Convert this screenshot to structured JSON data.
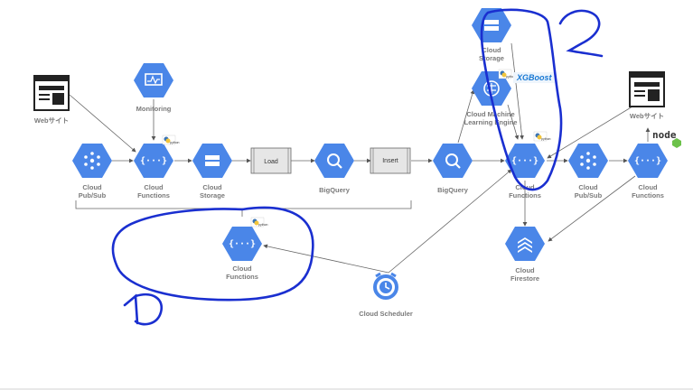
{
  "nodes": {
    "web1": "Webサイト",
    "monitoring": "Monitoring",
    "pubsub1": "Cloud\nPub/Sub",
    "functions1": "Cloud\nFunctions",
    "storage1": "Cloud\nStorage",
    "load_box": "Load",
    "bigquery1": "BigQuery",
    "insert_box": "Insert",
    "bigquery2": "BigQuery",
    "functions_bottom": "Cloud\nFunctions",
    "scheduler": "Cloud Scheduler",
    "storage2": "Cloud\nStorage",
    "ml_engine": "Cloud Machine\nLearning Engine",
    "xgboost": "XGBoost",
    "functions2": "Cloud\nFunctions",
    "pubsub2": "Cloud\nPub/Sub",
    "functions3": "Cloud\nFunctions",
    "web2": "Webサイト",
    "firestore": "Cloud\nFirestore",
    "python_badge": "python",
    "node_badge": "node"
  },
  "annotations": {
    "circle_1": "1",
    "circle_2": "2"
  },
  "colors": {
    "hex_blue": "#4a86e8",
    "hex_light": "#6fa0ee",
    "annotation_blue": "#1a2fd0",
    "arrow": "#666666"
  }
}
